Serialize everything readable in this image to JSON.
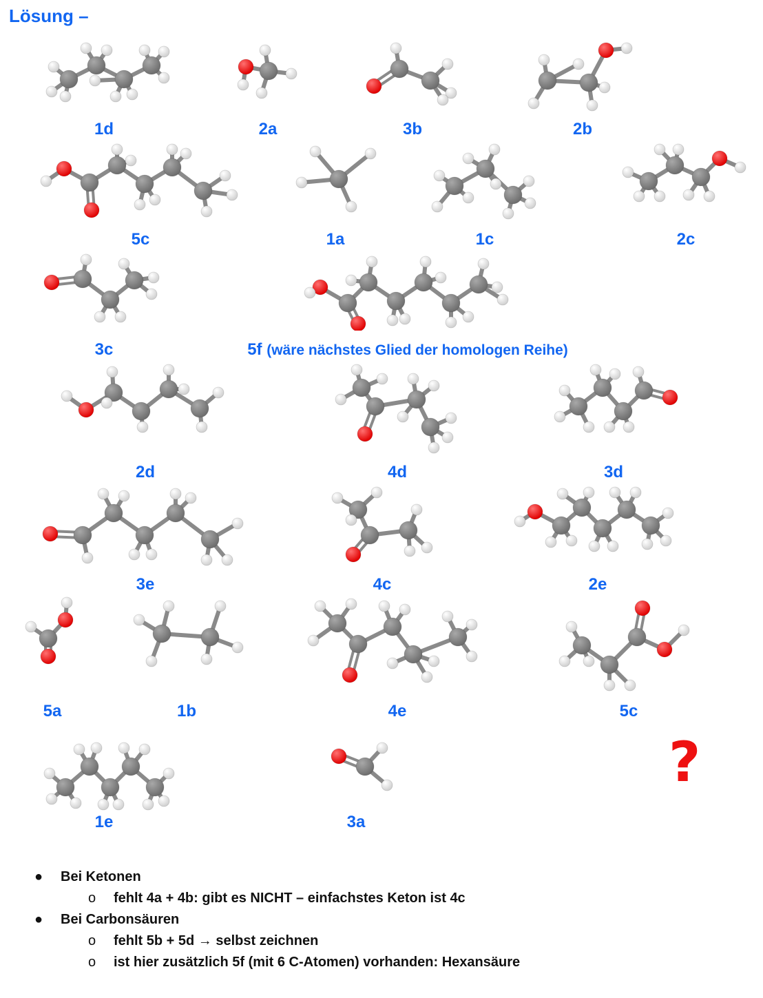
{
  "page": {
    "title": "Lösung –"
  },
  "molecule_labels": {
    "m1d": "1d",
    "m2a": "2a",
    "m3b": "3b",
    "m2b": "2b",
    "m5c1": "5c",
    "m1a": "1a",
    "m1c": "1c",
    "m2c": "2c",
    "m3c": "3c",
    "m5f": "5f",
    "m5f_note": "(wäre nächstes Glied der homologen Reihe)",
    "m2d": "2d",
    "m4d": "4d",
    "m3d": "3d",
    "m3e": "3e",
    "m4c": "4c",
    "m2e": "2e",
    "m5a": "5a",
    "m1b": "1b",
    "m4e": "4e",
    "m5c2": "5c",
    "m1e": "1e",
    "m3a": "3a"
  },
  "question_mark": "?",
  "notes": {
    "ketones": "Bei Ketonen",
    "ketones_sub1": "fehlt 4a + 4b: gibt es NICHT – einfachstes Keton ist 4c",
    "acids": "Bei Carbonsäuren",
    "acids_sub1": "fehlt 5b + 5d → selbst zeichnen",
    "acids_sub2": "ist hier zusätzlich 5f (mit 6 C-Atomen) vorhanden: Hexansäure"
  },
  "colors": {
    "label_blue": "#1266f1",
    "carbon": "#6e6e6e",
    "oxygen": "#e00000",
    "hydrogen": "#f2f2f2",
    "question_red": "#ee1111"
  }
}
